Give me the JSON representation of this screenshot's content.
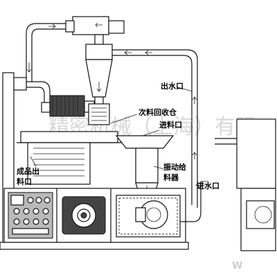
{
  "labels": {
    "water_outlet": "出水口",
    "material_recovery_inlet_line1": "次料回收仓",
    "material_recovery_inlet_line2": "进料口",
    "product_outlet_line1": "成品出",
    "product_outlet_line2": "料口",
    "vibrating_feeder_line1": "振动给",
    "vibrating_feeder_line2": "料器",
    "water_inlet": "进水口"
  },
  "watermark": {
    "company": "精密机械（上海）有限",
    "site": "W"
  },
  "colors": {
    "line": "#111111",
    "watermark": "#d8d8d8",
    "motor_fill": "#444444",
    "panel_fill": "#b9b9b9"
  }
}
